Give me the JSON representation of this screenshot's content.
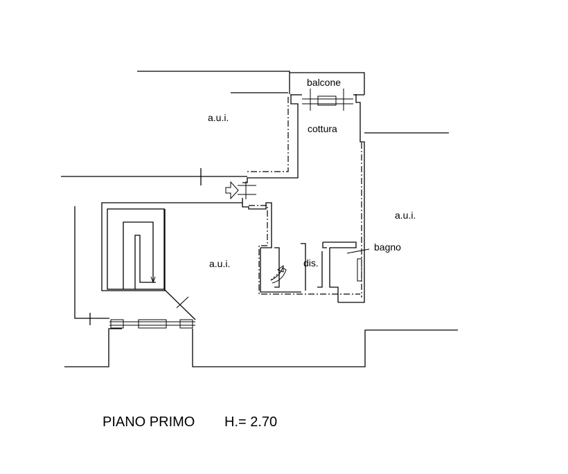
{
  "rooms": {
    "balcone": "balcone",
    "cottura": "cottura",
    "aui_top": "a.u.i.",
    "aui_right": "a.u.i.",
    "aui_center": "a.u.i.",
    "bagno": "bagno",
    "dis": "dis."
  },
  "footer": {
    "floor_name": "PIANO PRIMO",
    "height": "H.= 2.70"
  }
}
